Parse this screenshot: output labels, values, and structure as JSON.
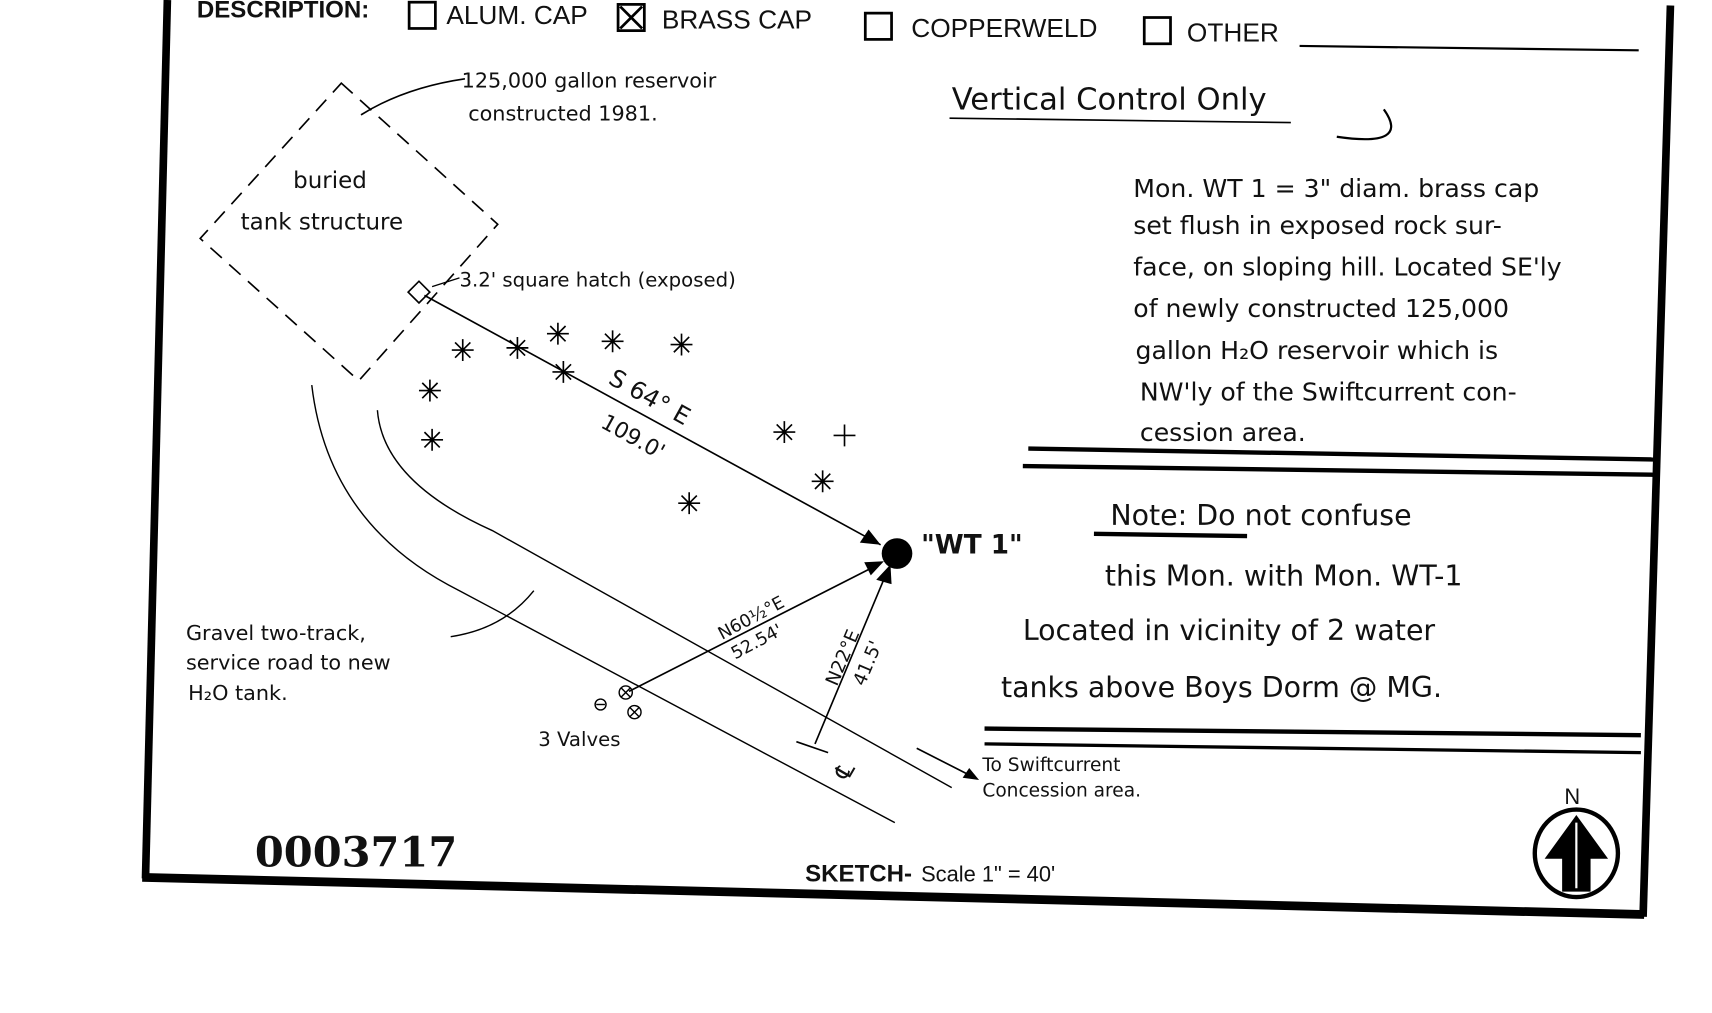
{
  "header": {
    "description_label": "DESCRIPTION:",
    "options": [
      {
        "label": "ALUM. CAP",
        "checked": false
      },
      {
        "label": "BRASS CAP",
        "checked": true
      },
      {
        "label": "COPPERWELD",
        "checked": false
      },
      {
        "label": "OTHER",
        "checked": false
      }
    ]
  },
  "sketch": {
    "reservoir_note": [
      "125,000 gallon reservoir",
      "constructed 1981."
    ],
    "tank_label": [
      "buried",
      "tank structure"
    ],
    "hatch_label": "3.2' square hatch (exposed)",
    "bearing_1": "S 64° E",
    "distance_1": "109.0'",
    "bearing_2": "N60½°E",
    "distance_2": "52.54'",
    "bearing_3": "N22°E",
    "distance_3": "41.5'",
    "monument_label": "\"WT 1\"",
    "road_label": [
      "Gravel two-track,",
      "service road to new",
      "H₂O tank."
    ],
    "valves_label": "3 Valves",
    "centerline_symbol": "℄",
    "swiftcurrent_label": [
      "To Swiftcurrent",
      "Concession area."
    ],
    "north_label": "N"
  },
  "notes": {
    "title": "Vertical Control Only",
    "description": [
      "Mon. WT 1 = 3\" diam. brass cap",
      "set flush in exposed rock sur-",
      "face, on sloping hill. Located SE'ly",
      "of newly constructed 125,000",
      "gallon H₂O reservoir which is",
      "NW'ly of the Swiftcurrent con-",
      "cession area."
    ],
    "warning": [
      "Note: Do not confuse",
      "this Mon. with Mon. WT-1",
      "Located in vicinity of 2 water",
      "tanks above Boys Dorm @ MG."
    ]
  },
  "footer": {
    "record_number": "0003717",
    "sketch_label": "SKETCH-",
    "scale": "Scale 1\" = 40'"
  }
}
